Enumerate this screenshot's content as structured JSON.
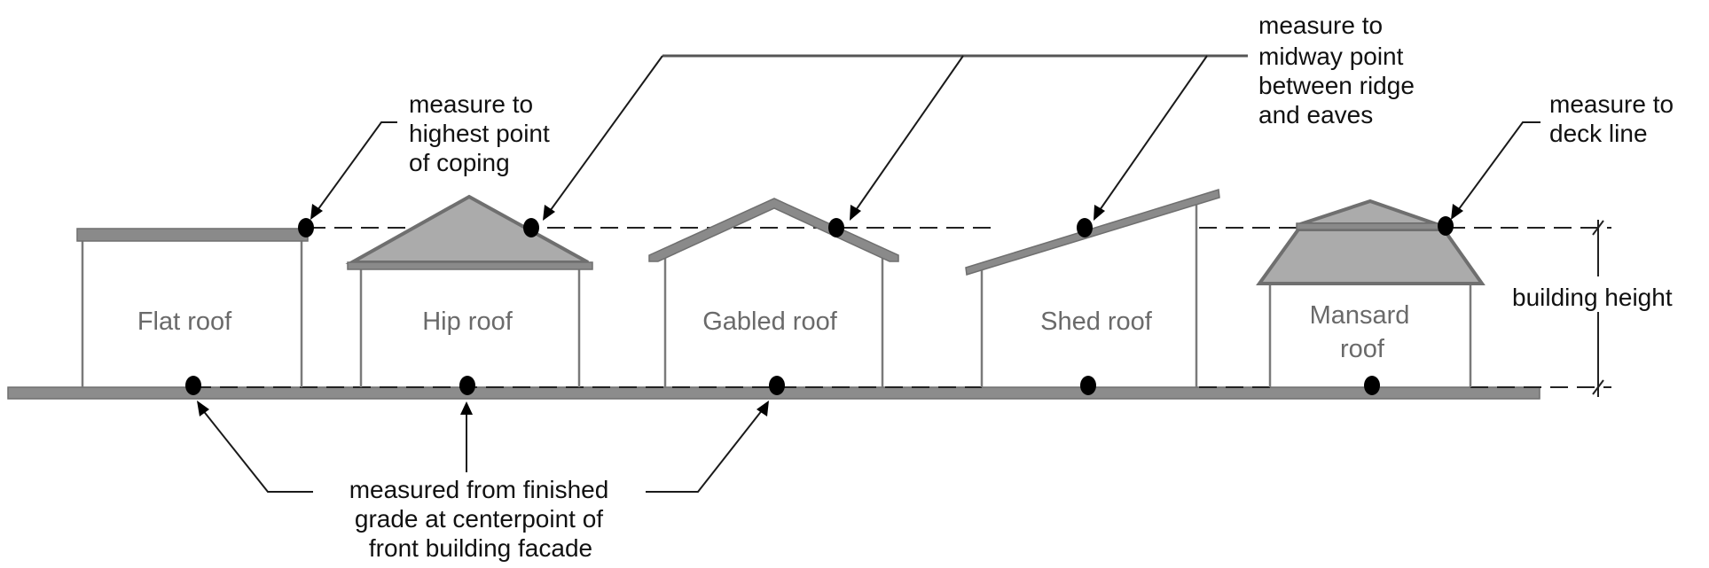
{
  "diagram": {
    "title": "Building height measurement by roof type",
    "buildings": [
      {
        "id": "flat",
        "label_lines": [
          "Flat roof"
        ]
      },
      {
        "id": "hip",
        "label_lines": [
          "Hip roof"
        ]
      },
      {
        "id": "gabled",
        "label_lines": [
          "Gabled roof"
        ]
      },
      {
        "id": "shed",
        "label_lines": [
          "Shed roof"
        ]
      },
      {
        "id": "mansard",
        "label_lines": [
          "Mansard",
          "roof"
        ]
      }
    ],
    "callouts": {
      "coping": [
        "measure to",
        "highest point",
        "of coping"
      ],
      "midway": [
        "measure to",
        "midway point",
        "between ridge",
        "and eaves"
      ],
      "deck": [
        "measure to",
        "deck line"
      ],
      "grade": [
        "measured from finished",
        "grade at centerpoint of",
        "front building facade"
      ]
    },
    "dimension": {
      "label": "building height"
    },
    "colors": {
      "roof_fill": "#ababab",
      "roof_stroke": "#6f6f6f",
      "ground": "#8c8c8c",
      "label_text": "#6a6a6a",
      "callout_text": "#111111"
    }
  }
}
